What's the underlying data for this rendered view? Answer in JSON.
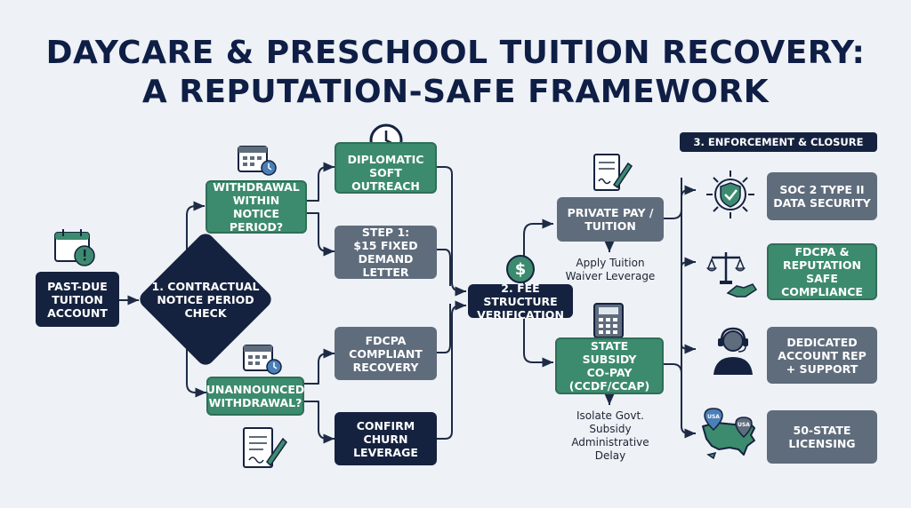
{
  "title": {
    "line1": "DAYCARE & PRESCHOOL TUITION RECOVERY:",
    "line2": "A REPUTATION-SAFE FRAMEWORK"
  },
  "start": {
    "l1": "PAST-DUE",
    "l2": "TUITION",
    "l3": "ACCOUNT"
  },
  "decision": {
    "l1": "1. CONTRACTUAL",
    "l2": "NOTICE PERIOD",
    "l3": "CHECK"
  },
  "withdrawal_notice": {
    "l1": "WITHDRAWAL",
    "l2": "WITHIN NOTICE",
    "l3": "PERIOD?"
  },
  "unannounced": {
    "l1": "UNANNOUNCED",
    "l2": "WITHDRAWAL?"
  },
  "diplomatic": {
    "l1": "DIPLOMATIC",
    "l2": "SOFT OUTREACH"
  },
  "step1": {
    "l1": "STEP 1:",
    "l2": "$15 FIXED",
    "l3": "DEMAND LETTER"
  },
  "fdcpa_recovery": {
    "l1": "FDCPA",
    "l2": "COMPLIANT",
    "l3": "RECOVERY"
  },
  "confirm_churn": {
    "l1": "CONFIRM",
    "l2": "CHURN",
    "l3": "LEVERAGE"
  },
  "fee_verification": {
    "l1": "2. FEE STRUCTURE",
    "l2": "VERIFICATION"
  },
  "private_pay": {
    "l1": "PRIVATE PAY /",
    "l2": "TUITION"
  },
  "private_note": {
    "l1": "Apply Tuition",
    "l2": "Waiver Leverage"
  },
  "state_subsidy": {
    "l1": "STATE SUBSIDY",
    "l2": "CO-PAY",
    "l3": "(CCDF/CCAP)"
  },
  "subsidy_note": {
    "l1": "Isolate Govt.",
    "l2": "Subsidy",
    "l3": "Administrative",
    "l4": "Delay"
  },
  "enforcement": {
    "header": "3. ENFORCEMENT & CLOSURE"
  },
  "soc2": {
    "l1": "SOC 2 TYPE II",
    "l2": "DATA SECURITY"
  },
  "fdcpa_rep": {
    "l1": "FDCPA &",
    "l2": "REPUTATION",
    "l3": "SAFE COMPLIANCE"
  },
  "dedicated": {
    "l1": "DEDICATED",
    "l2": "ACCOUNT REP",
    "l3": "+ SUPPORT"
  },
  "licensing": {
    "l1": "50-STATE",
    "l2": "LICENSING"
  },
  "map_pins": {
    "pin1": "USA",
    "pin2": "USA"
  },
  "colors": {
    "navy": "#15223f",
    "green": "#3c8b6e",
    "gray": "#5f6c7c",
    "background": "#eef1f6"
  },
  "icons": [
    "calendar-alert-icon",
    "calendar-clock-icon",
    "clock-icon",
    "document-pen-icon",
    "dollar-coin-icon",
    "calculator-icon",
    "shield-check-icon",
    "scales-icon",
    "handshake-icon",
    "headset-agent-icon",
    "usa-map-icon"
  ]
}
